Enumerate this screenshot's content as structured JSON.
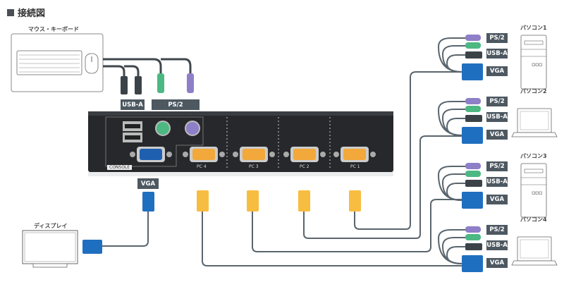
{
  "title": "接続図",
  "peripherals": {
    "label": "マウス・キーボード"
  },
  "console_tags": {
    "usb": "USB-A",
    "ps2": "PS/2",
    "vga": "VGA"
  },
  "kvm": {
    "console_label": "CONSOLE",
    "ports": [
      {
        "label": "PC 4"
      },
      {
        "label": "PC 3"
      },
      {
        "label": "PC 2"
      },
      {
        "label": "PC 1"
      }
    ]
  },
  "display": {
    "label": "ディスプレイ"
  },
  "computers": [
    {
      "label": "パソコン1",
      "type": "tower",
      "tags": [
        "PS/2",
        "USB-A",
        "VGA"
      ]
    },
    {
      "label": "パソコン2",
      "type": "laptop",
      "tags": [
        "PS/2",
        "USB-A",
        "VGA"
      ]
    },
    {
      "label": "パソコン3",
      "type": "tower",
      "tags": [
        "PS/2",
        "USB-A",
        "VGA"
      ]
    },
    {
      "label": "パソコン4",
      "type": "laptop",
      "tags": [
        "PS/2",
        "USB-A",
        "VGA"
      ]
    }
  ],
  "colors": {
    "cable": "#5a656d",
    "vga_blue": "#1f6fc0",
    "vga_yellow": "#f7bd41",
    "ps2_green": "#4cb882",
    "ps2_purple": "#8e7fc8",
    "tag_bg": "#4d5861",
    "kvm_body": "#2b2d30"
  }
}
